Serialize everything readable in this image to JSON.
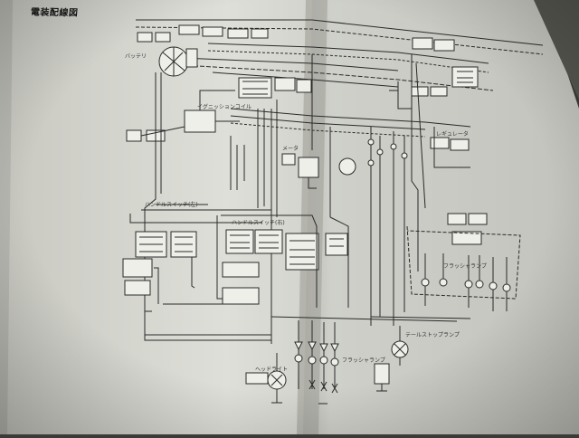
{
  "document": {
    "title": "電装配線図",
    "callouts": {
      "headlight": "ヘッドライト",
      "tail_stop_lamp": "テールストップランプ",
      "flasher_lamp": "フラッシャランプ",
      "handle_switch_left": "ハンドルスイッチ(左)",
      "handle_switch_right": "ハンドルスイッチ(右)",
      "rectifier_regulator": "レギュレータ",
      "ignition_coil": "イグニッションコイル",
      "battery": "バッテリ",
      "meter": "メータ"
    }
  },
  "colors": {
    "paper_left": "#dcdcd6",
    "paper_right": "#cfd0ca",
    "ink": "#2a2a2a",
    "background": "#3a3a38",
    "spine_shadow": "#8d8d88"
  }
}
